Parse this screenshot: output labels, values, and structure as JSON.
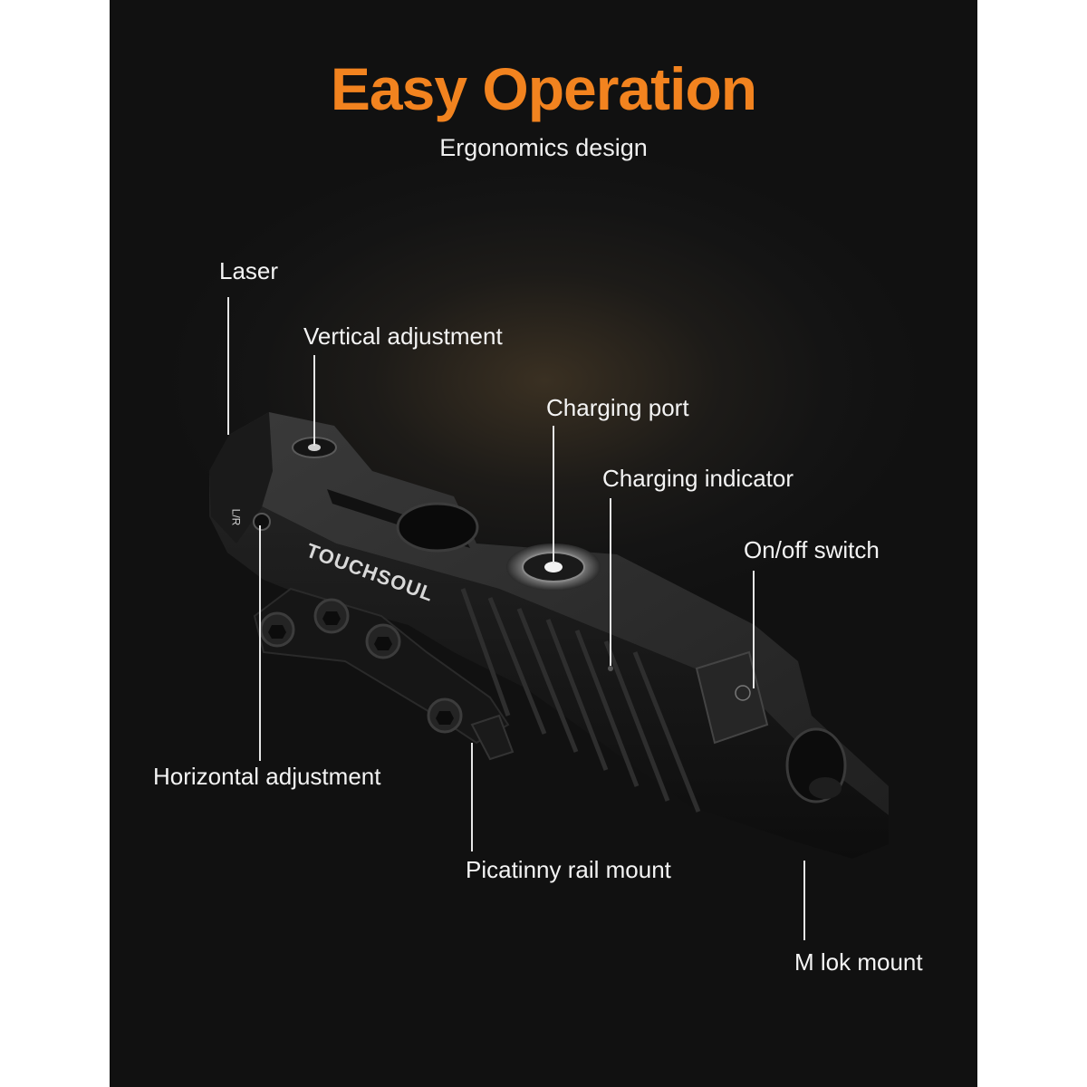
{
  "title": "Easy Operation",
  "subtitle": "Ergonomics design",
  "brand_logo_text": "TOUCHSOUL",
  "housing_marking": "L/R",
  "callouts": {
    "laser": "Laser",
    "vertical_adjustment": "Vertical adjustment",
    "charging_port": "Charging port",
    "charging_indicator": "Charging indicator",
    "on_off_switch": "On/off switch",
    "horizontal_adjustment": "Horizontal adjustment",
    "picatinny_rail_mount": "Picatinny rail mount",
    "m_lok_mount": "M lok mount"
  },
  "colors": {
    "title_accent": "#f2831f",
    "label_text": "#f4f4f4",
    "background": "#141414",
    "device_body": "#1c1c1c"
  }
}
